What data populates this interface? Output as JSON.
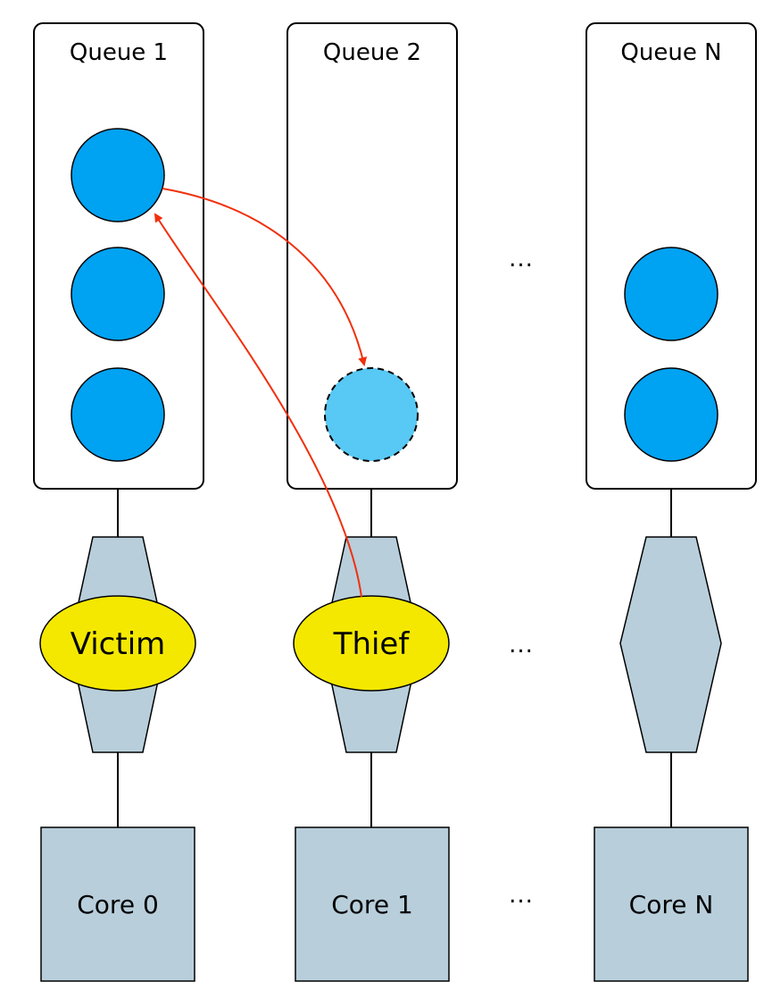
{
  "queues": [
    {
      "title": "Queue 1"
    },
    {
      "title": "Queue 2"
    },
    {
      "title": "Queue N"
    }
  ],
  "processors": [
    {
      "label": "Victim"
    },
    {
      "label": "Thief"
    }
  ],
  "cores": [
    {
      "label": "Core 0"
    },
    {
      "label": "Core 1"
    },
    {
      "label": "Core N"
    }
  ],
  "ellipsis": "...",
  "colors": {
    "task": "#00a2f2",
    "stolen_task": "#58c8f4",
    "hexagon": "#b8cedb",
    "core": "#b8cedb",
    "process": "#f4e800",
    "steal_arrow": "#f0300c"
  }
}
